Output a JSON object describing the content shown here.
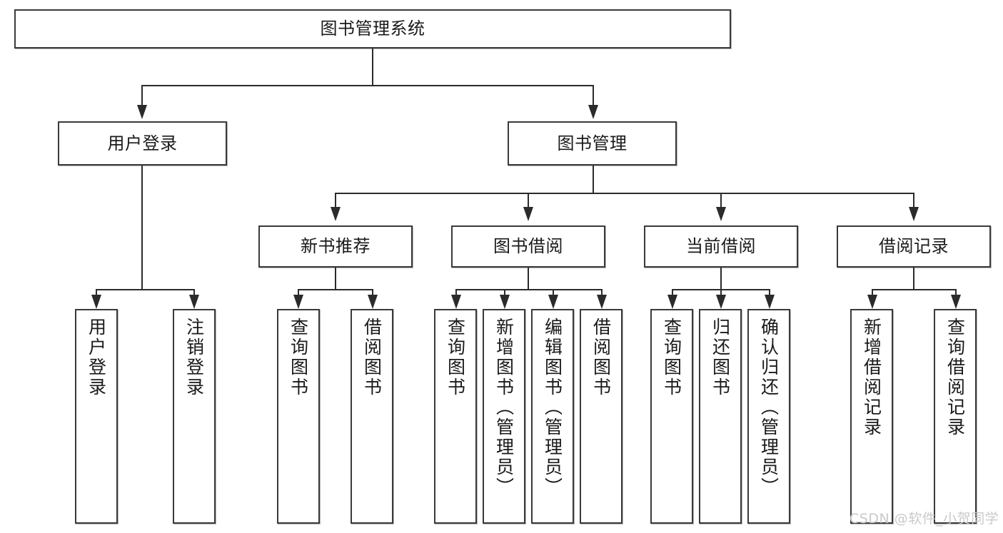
{
  "diagram": {
    "title": "图书管理系统",
    "watermark": "CSDN @软件_小贺同学",
    "root": {
      "label": "图书管理系统"
    },
    "level2": [
      {
        "label": "用户登录"
      },
      {
        "label": "图书管理"
      }
    ],
    "level3": [
      {
        "label": "新书推荐"
      },
      {
        "label": "图书借阅"
      },
      {
        "label": "当前借阅"
      },
      {
        "label": "借阅记录"
      }
    ],
    "leaves": {
      "user_login": [
        {
          "label": "用户登录"
        },
        {
          "label": "注销登录"
        }
      ],
      "new_book": [
        {
          "label": "查询图书"
        },
        {
          "label": "借阅图书"
        }
      ],
      "book_borrow": [
        {
          "label": "查询图书"
        },
        {
          "label": "新增图书（管理员）"
        },
        {
          "label": "编辑图书（管理员）"
        },
        {
          "label": "借阅图书"
        }
      ],
      "current_borrow": [
        {
          "label": "查询图书"
        },
        {
          "label": "归还图书"
        },
        {
          "label": "确认归还（管理员）"
        }
      ],
      "borrow_record": [
        {
          "label": "新增借阅记录"
        },
        {
          "label": "查询借阅记录"
        }
      ]
    }
  }
}
